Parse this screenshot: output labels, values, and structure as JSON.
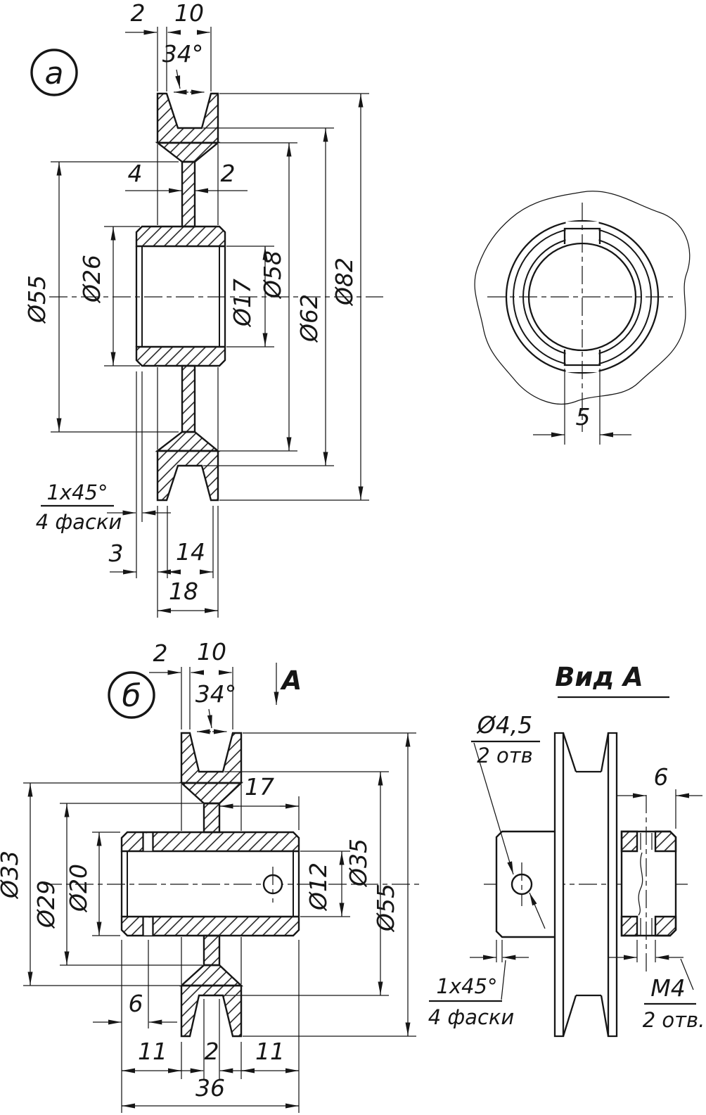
{
  "drawing": {
    "panel_a": {
      "label": "а",
      "top_width": "2",
      "groove_width": "10",
      "groove_angle": "34°",
      "web_left": "4",
      "web_right": "2",
      "dia_55": "Ø55",
      "dia_26": "Ø26",
      "dia_17": "Ø17",
      "dia_58": "Ø58",
      "dia_62": "Ø62",
      "dia_82": "Ø82",
      "chamfer": "1x45°",
      "chamfer_note": "4 фаски",
      "hub_offset": "3",
      "width_14": "14",
      "width_18": "18"
    },
    "keyway_view": {
      "slot_width": "5"
    },
    "panel_b": {
      "label": "б",
      "top_width": "2",
      "groove_width": "10",
      "groove_angle": "34°",
      "view_arrow": "A",
      "hub_right_len": "17",
      "dia_33": "Ø33",
      "dia_29": "Ø29",
      "dia_20": "Ø20",
      "dia_12": "Ø12",
      "dia_35": "Ø35",
      "dia_55": "Ø55",
      "hole_offset": "6",
      "len_11_left": "11",
      "web_2": "2",
      "len_11_right": "11",
      "len_36": "36"
    },
    "view_a": {
      "title": "Вид А",
      "hole_dia": "Ø4,5",
      "hole_count": "2 отв",
      "hole_offset": "6",
      "chamfer": "1x45°",
      "chamfer_note": "4 фаски",
      "thread": "M4",
      "thread_count": "2 отв."
    }
  }
}
